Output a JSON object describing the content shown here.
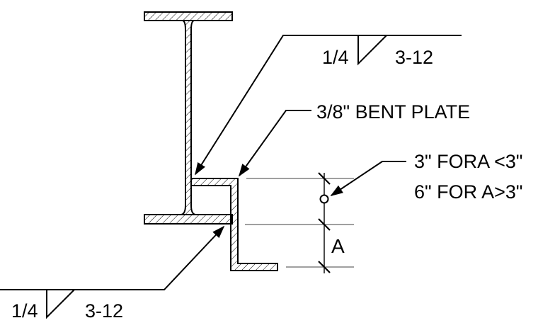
{
  "labels": {
    "weld_top_size": "1/4",
    "weld_top_length": "3-12",
    "weld_bottom_size": "1/4",
    "weld_bottom_length": "3-12",
    "bent_plate": "3/8\" BENT PLATE",
    "bolt_note_line1": "3\" FORA <3\"",
    "bolt_note_line2": "6\" FOR A>3\"",
    "dimension_a": "A"
  },
  "colors": {
    "line": "#000000",
    "background": "#ffffff"
  }
}
